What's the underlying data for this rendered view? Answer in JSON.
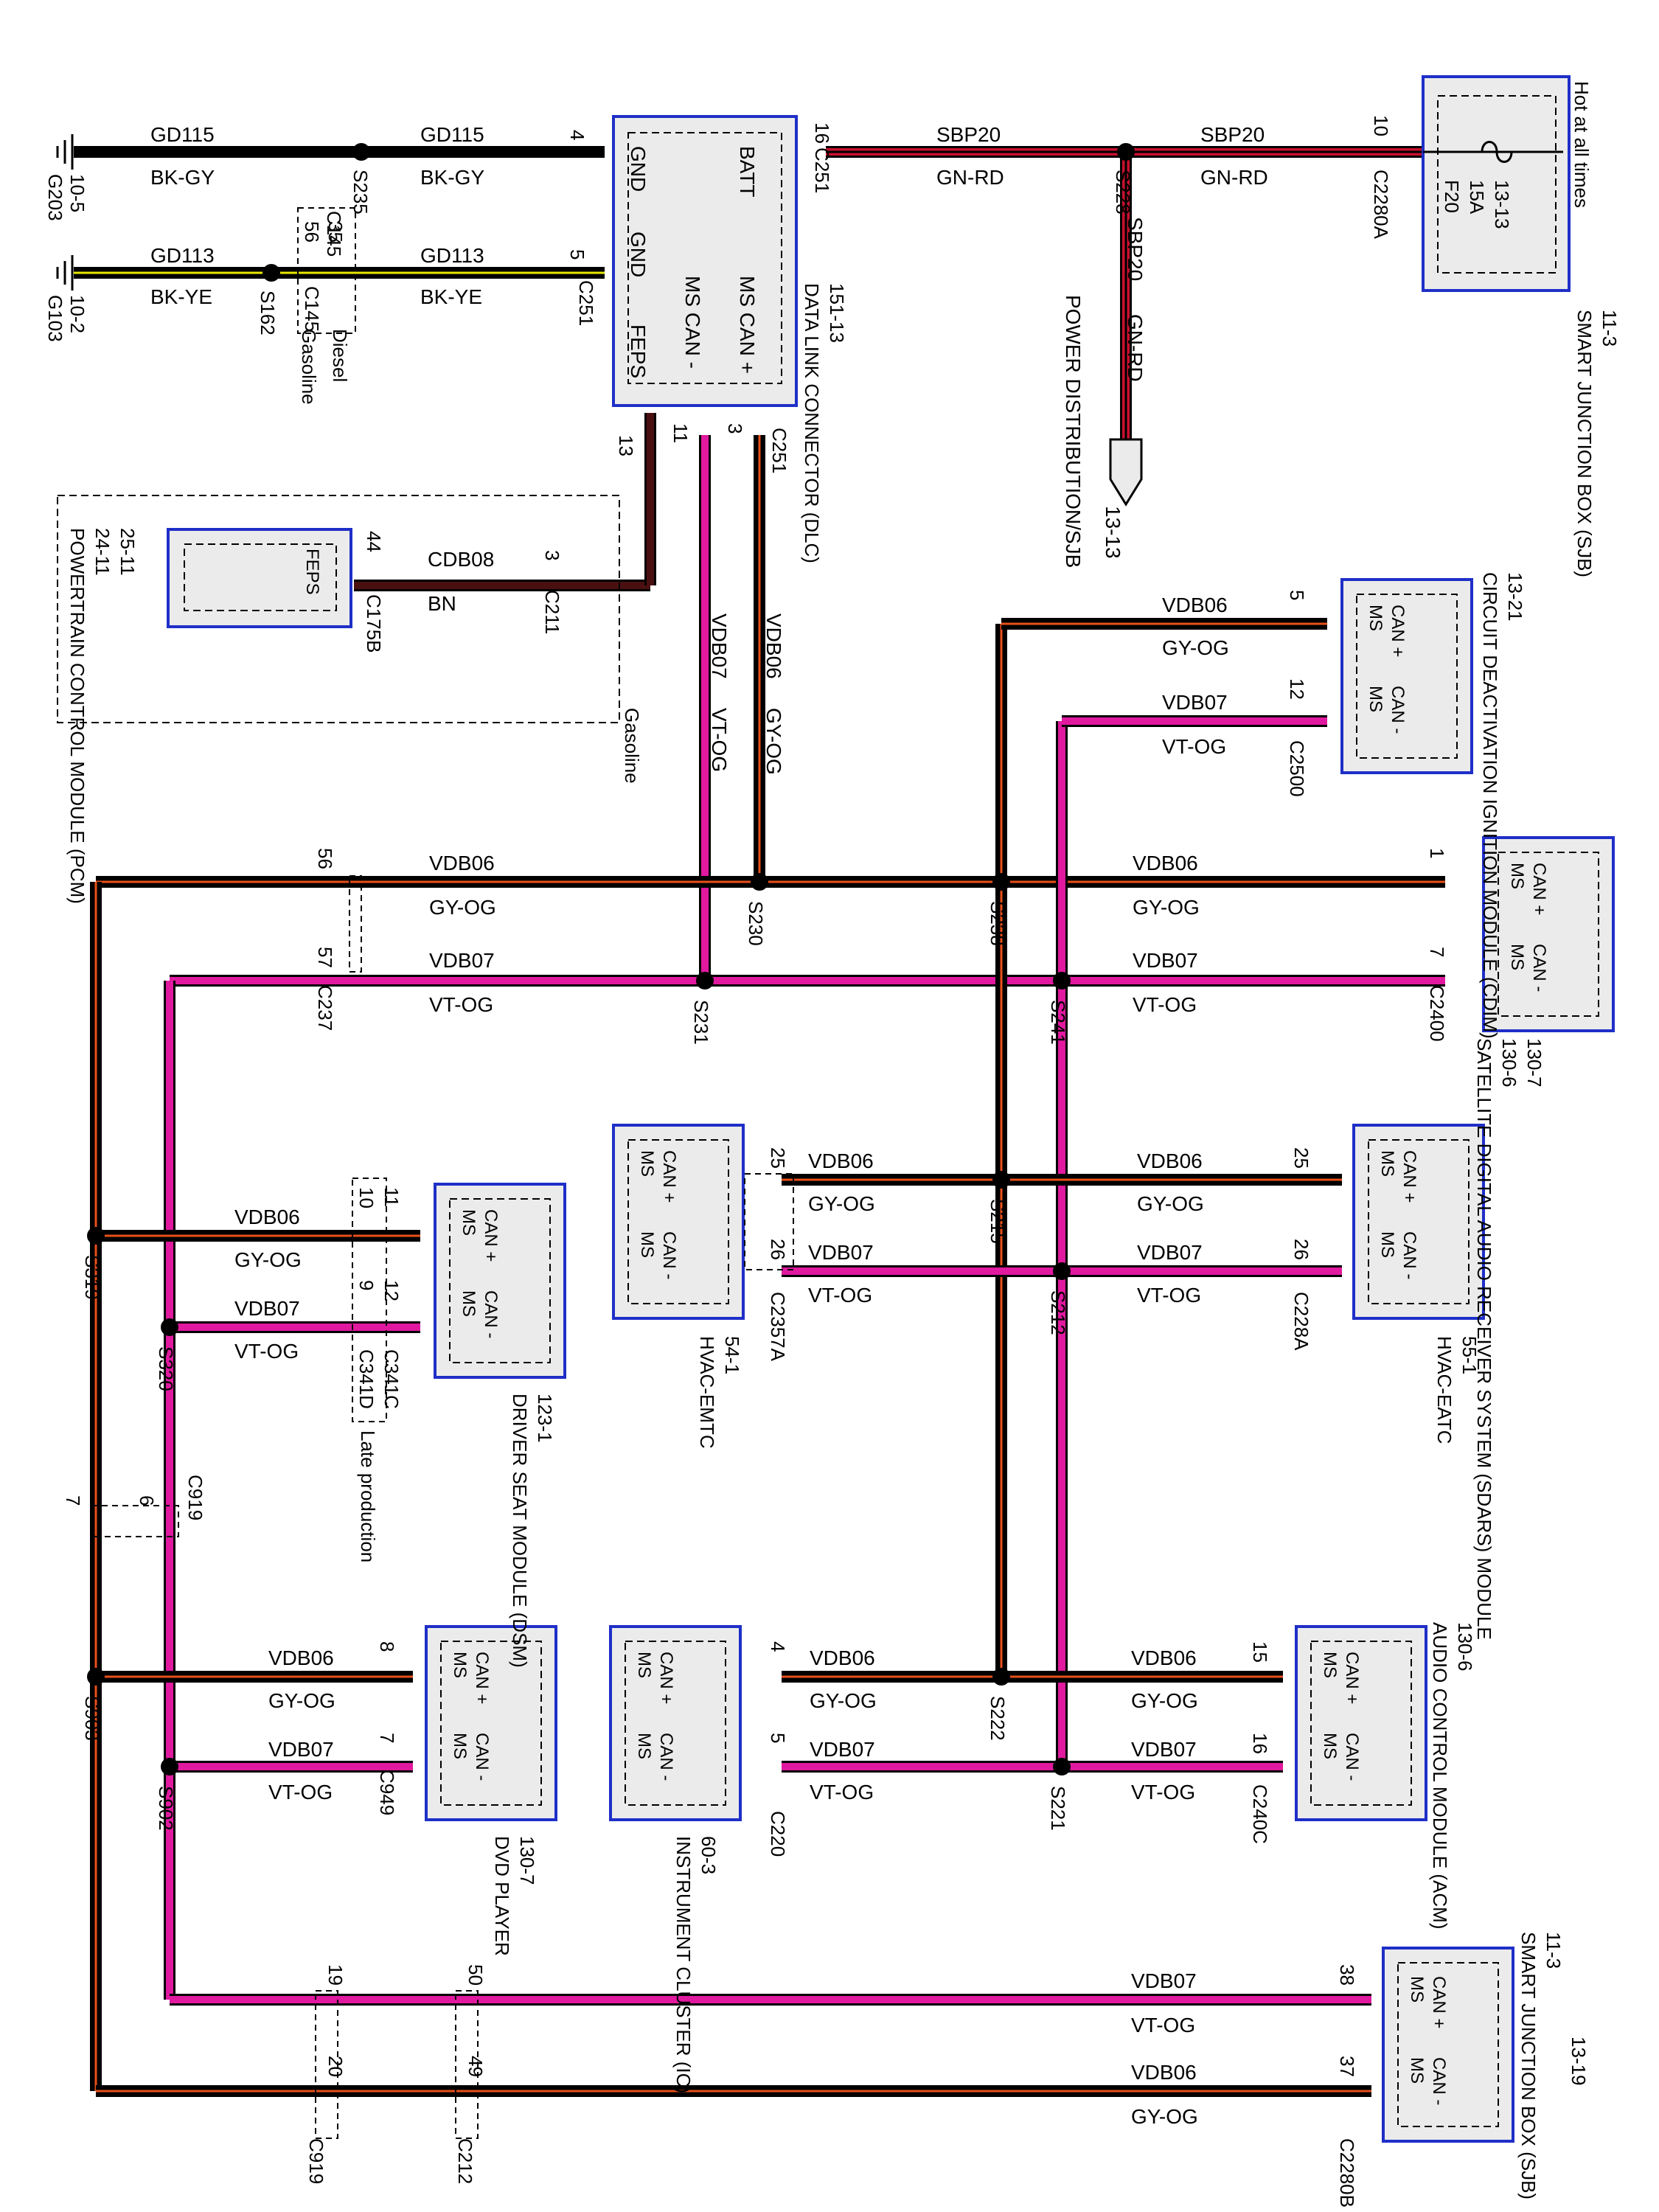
{
  "colors": {
    "black_wire": "#000000",
    "red_wire": "#c8102e",
    "orange_wire": "#e8501a",
    "magenta_wire": "#e0199f",
    "yellow_wire": "#e8e800",
    "brown_wire": "#4a1010",
    "module_border": "#1f2fc8",
    "module_fill": "#ebebeb"
  },
  "texts": {
    "gd115": "GD115",
    "bk_gy": "BK-GY",
    "gd113": "GD113",
    "bk_ye": "BK-YE",
    "sbp20": "SBP20",
    "gn_rd": "GN-RD",
    "vdb06": "VDB06",
    "gy_og": "GY-OG",
    "vdb07": "VDB07",
    "vt_og": "VT-OG",
    "cdb08": "CDB08",
    "bn": "BN",
    "ms_can_plus": "MS CAN +",
    "ms_can_minus": "MS CAN -",
    "ms": "MS",
    "can_plus": "CAN +",
    "can_minus": "CAN -",
    "gnd": "GND",
    "batt": "BATT",
    "feps": "FEPS",
    "gasoline": "Gasoline",
    "diesel": "Diesel",
    "late_production": "Late production",
    "hot_at_all_times": "Hot at all times",
    "f20": "F20",
    "f20_amp": "15A",
    "f20_ref": "13-13",
    "s235": "S235",
    "s162": "S162",
    "s228": "S228",
    "s230": "S230",
    "s231": "S231",
    "s238": "S238",
    "s241": "S241",
    "s215": "S215",
    "s212": "S212",
    "s222": "S222",
    "s221": "S221",
    "s319": "S319",
    "s320": "S320",
    "s903": "S903",
    "s902": "S902",
    "g203": "G203",
    "g203_ref": "10-5",
    "g103": "G103",
    "g103_ref": "10-2",
    "c251": "C251",
    "c145": "C145",
    "c2280a": "C2280A",
    "c211": "C211",
    "c175b": "C175B",
    "c2500": "C2500",
    "c237": "C237",
    "c2400": "C2400",
    "c2357a": "C2357A",
    "c228a": "C228A",
    "c341c": "C341C",
    "c341d": "C341D",
    "c919": "C919",
    "c949": "C949",
    "c220": "C220",
    "c240c": "C240C",
    "c212": "C212",
    "c2280b": "C2280B",
    "dlc_name": "DATA LINK CONNECTOR (DLC)",
    "dlc_ref": "151-13",
    "sjb_top_name": "SMART JUNCTION BOX (SJB)",
    "sjb_top_ref": "11-3",
    "power_dist": "POWER DISTRIBUTION/SJB",
    "power_dist_ref": "13-13",
    "pcm_name": "POWERTRAIN CONTROL MODULE (PCM)",
    "pcm_ref1": "24-11",
    "pcm_ref2": "25-11",
    "cdim_name": "CIRCUIT DEACTIVATION IGNITION MODULE (CDIM)",
    "cdim_ref": "13-21",
    "sdars_name": "SATELLITE DIGITAL AUDIO RECEIVER SYSTEM (SDARS) MODULE",
    "sdars_ref1": "130-6",
    "sdars_ref2": "130-7",
    "hvac_emtc_name": "HVAC-EMTC",
    "hvac_emtc_ref": "54-1",
    "hvac_eatc_name": "HVAC-EATC",
    "hvac_eatc_ref": "55-1",
    "dsm_name": "DRIVER SEAT MODULE (DSM)",
    "dsm_ref": "123-1",
    "dvd_name": "DVD PLAYER",
    "dvd_ref": "130-7",
    "ic_name": "INSTRUMENT CLUSTER (IC)",
    "ic_ref": "60-3",
    "acm_name": "AUDIO CONTROL MODULE (ACM)",
    "acm_ref": "130-6",
    "sjb_bottom_name": "SMART JUNCTION BOX (SJB)",
    "sjb_bottom_ref1": "11-3",
    "sjb_bottom_ref2": "13-19",
    "pins": {
      "p4": "4",
      "p5": "5",
      "p16": "16",
      "p10": "10",
      "p13": "13",
      "p11": "11",
      "p3": "3",
      "p35": "35",
      "p56": "56",
      "p44": "44",
      "p3b": "3",
      "p5b": "5",
      "p12": "12",
      "p56b": "56",
      "p57": "57",
      "p1": "1",
      "p7": "7",
      "p25": "25",
      "p26": "26",
      "p25b": "25",
      "p26b": "26",
      "p11b": "11",
      "p10b": "10",
      "p12b": "12",
      "p9": "9",
      "p7b": "7",
      "p6": "6",
      "p8": "8",
      "p7c": "7",
      "p4b": "4",
      "p5c": "5",
      "p15": "15",
      "p16b": "16",
      "p19": "19",
      "p20": "20",
      "p50": "50",
      "p49": "49",
      "p38": "38",
      "p37": "37"
    }
  }
}
